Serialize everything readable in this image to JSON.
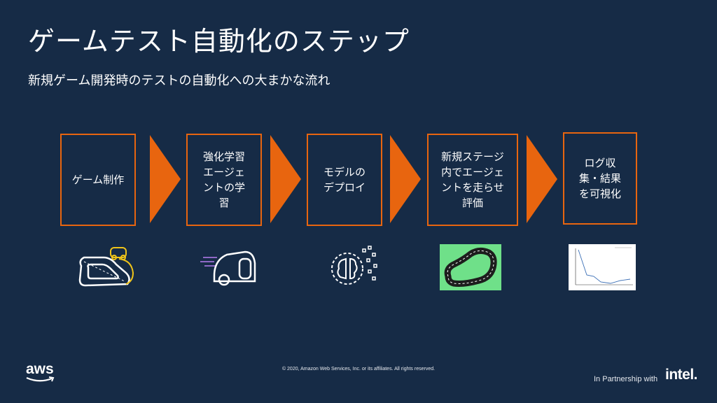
{
  "slide": {
    "title": "ゲームテスト自動化のステップ",
    "subtitle": "新規ゲーム開発時のテストの自動化への大まかな流れ"
  },
  "steps": [
    {
      "lines": [
        "ゲーム制作"
      ]
    },
    {
      "lines": [
        "強化学習",
        "エージェ",
        "ントの学",
        "習"
      ]
    },
    {
      "lines": [
        "モデルの",
        "デプロイ"
      ]
    },
    {
      "lines": [
        "新規ステージ",
        "内でエージェ",
        "ントを走らせ",
        "評価"
      ]
    },
    {
      "lines": [
        "ログ収",
        "集・結果",
        "を可視化"
      ]
    }
  ],
  "icons": [
    "race-track-car-icon",
    "fast-car-icon",
    "brain-gear-icon",
    "track-map-icon",
    "result-chart-icon"
  ],
  "colors": {
    "background": "#162b46",
    "accent": "#e8650f",
    "track_green": "#6fe089"
  },
  "footer": {
    "copyright": "© 2020, Amazon Web Services, Inc. or its affiliates. All rights reserved.",
    "partnership": "In Partnership with",
    "intel_logo": "intel.",
    "aws_logo": "aws"
  }
}
